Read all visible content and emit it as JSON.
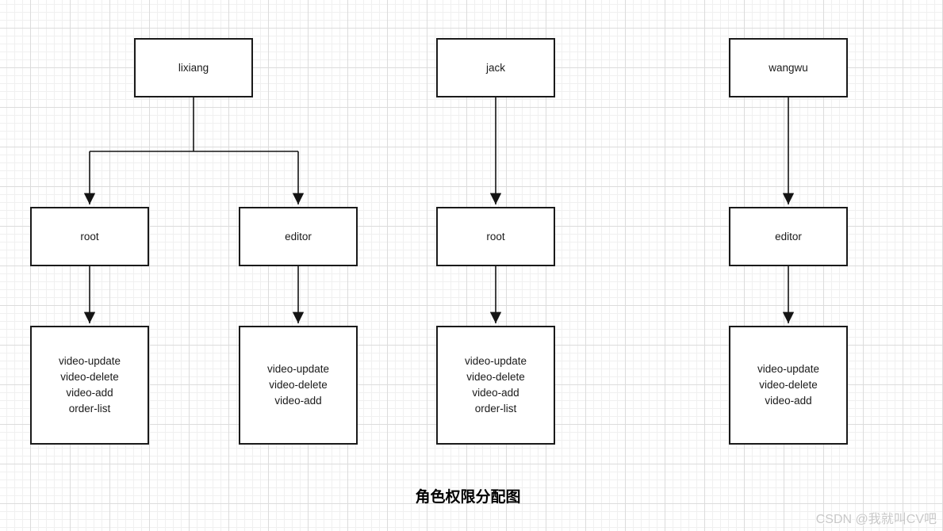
{
  "title": "角色权限分配图",
  "watermark": "CSDN @我就叫CV吧",
  "colors": {
    "node_border": "#1a1a1a",
    "node_fill": "#ffffff",
    "edge": "#141414",
    "grid_minor": "#f0f0f0",
    "grid_major": "#dcdcdc",
    "title_text": "#000000",
    "watermark_text": "#c8c8c8"
  },
  "nodes": {
    "lixiang": {
      "label": "lixiang"
    },
    "jack": {
      "label": "jack"
    },
    "wangwu": {
      "label": "wangwu"
    },
    "root_left": {
      "label": "root"
    },
    "editor_left": {
      "label": "editor"
    },
    "root_mid": {
      "label": "root"
    },
    "editor_right": {
      "label": "editor"
    },
    "perm_root_left": {
      "lines": [
        "video-update",
        "video-delete",
        "video-add",
        "order-list"
      ]
    },
    "perm_editor_left": {
      "lines": [
        "video-update",
        "video-delete",
        "video-add"
      ]
    },
    "perm_root_mid": {
      "lines": [
        "video-update",
        "video-delete",
        "video-add",
        "order-list"
      ]
    },
    "perm_editor_right": {
      "lines": [
        "video-update",
        "video-delete",
        "video-add"
      ]
    }
  }
}
